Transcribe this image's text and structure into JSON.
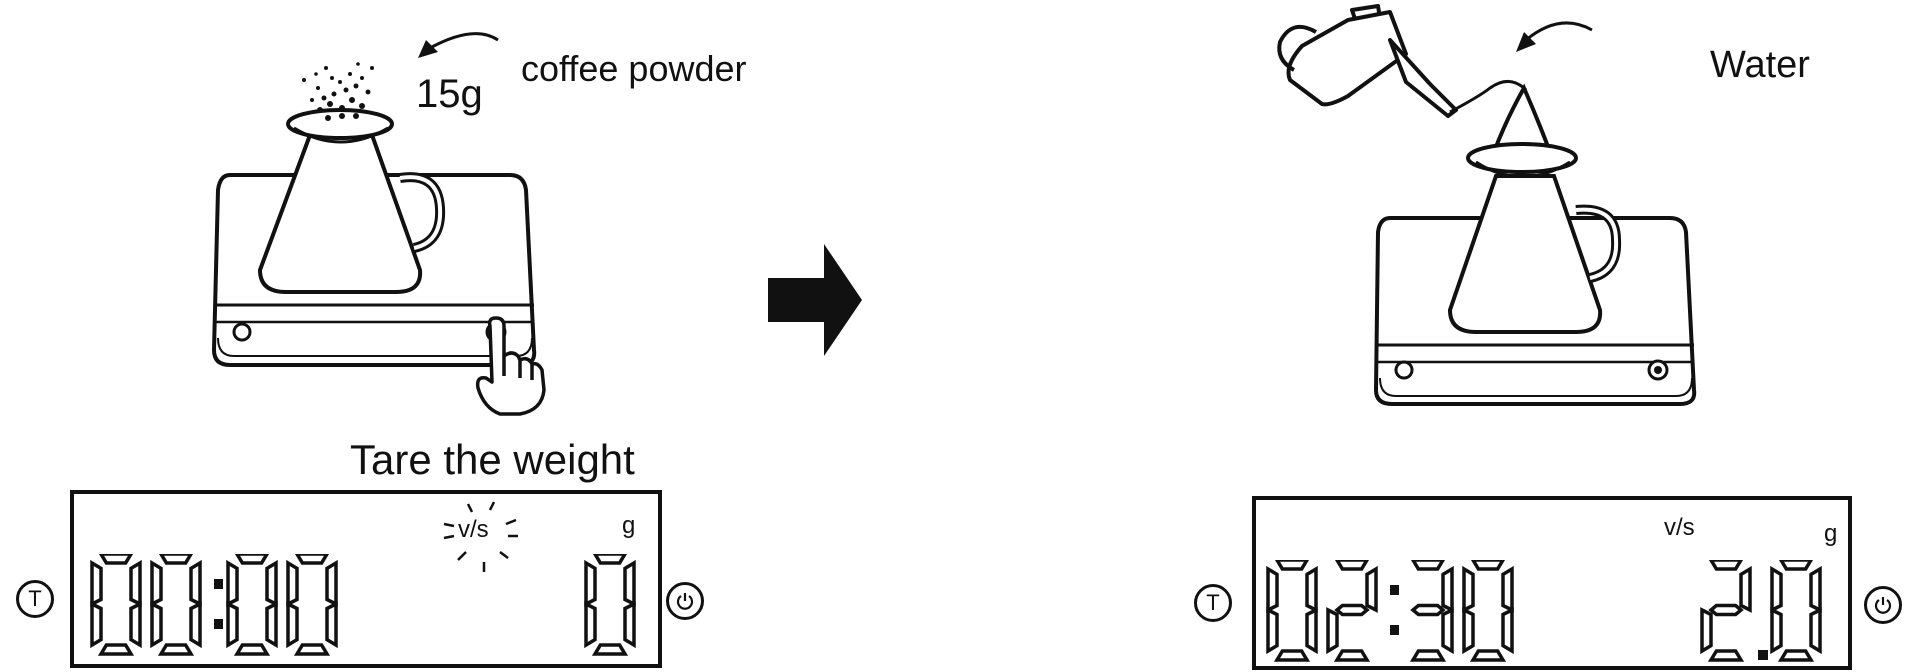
{
  "steps": [
    {
      "callout_label": "coffee powder",
      "amount_label": "15g",
      "action_label": "Tare the weight",
      "display": {
        "time": "00:00",
        "weight": "0",
        "flow_unit": "v/s",
        "weight_unit": "g",
        "flow_indicator_blinking": true
      },
      "buttons": {
        "left": "T",
        "right": "power-icon"
      }
    },
    {
      "callout_label": "Water",
      "display": {
        "time": "02:30",
        "weight": "2.0",
        "flow_unit": "v/s",
        "weight_unit": "g",
        "flow_indicator_blinking": false
      },
      "buttons": {
        "left": "T",
        "right": "power-icon"
      }
    }
  ],
  "transition_icon": "right-arrow-icon",
  "colors": {
    "ink": "#111111",
    "background": "#ffffff"
  }
}
